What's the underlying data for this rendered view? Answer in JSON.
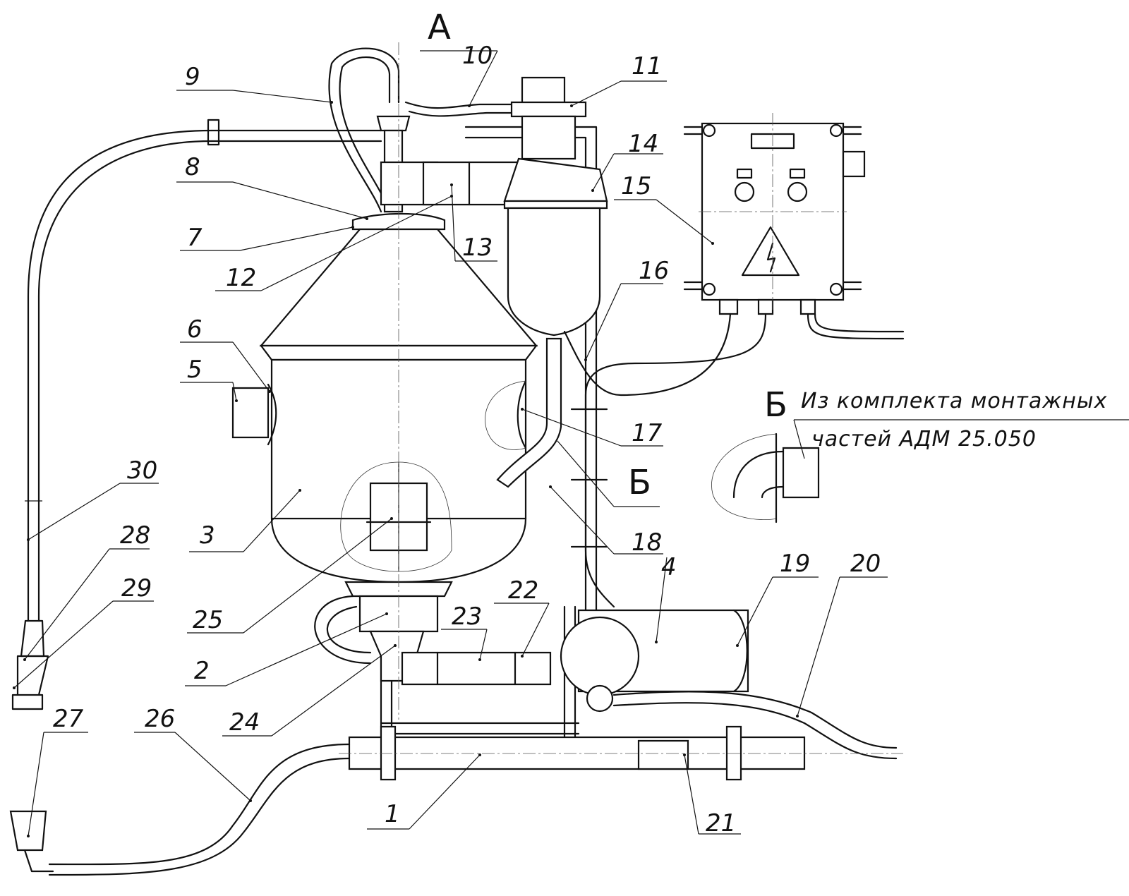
{
  "view_label_a": "А",
  "view_label_b_leader": "Б",
  "view_label_b_detail": "Б",
  "detail_note": {
    "line1": "Из комплекта монтажных",
    "line2": "частей АДМ 25.050"
  },
  "part_labels": [
    "1",
    "2",
    "3",
    "4",
    "5",
    "6",
    "7",
    "8",
    "9",
    "10",
    "11",
    "12",
    "13",
    "14",
    "15",
    "16",
    "17",
    "18",
    "19",
    "20",
    "21",
    "22",
    "23",
    "24",
    "25",
    "26",
    "27",
    "28",
    "29",
    "30"
  ]
}
